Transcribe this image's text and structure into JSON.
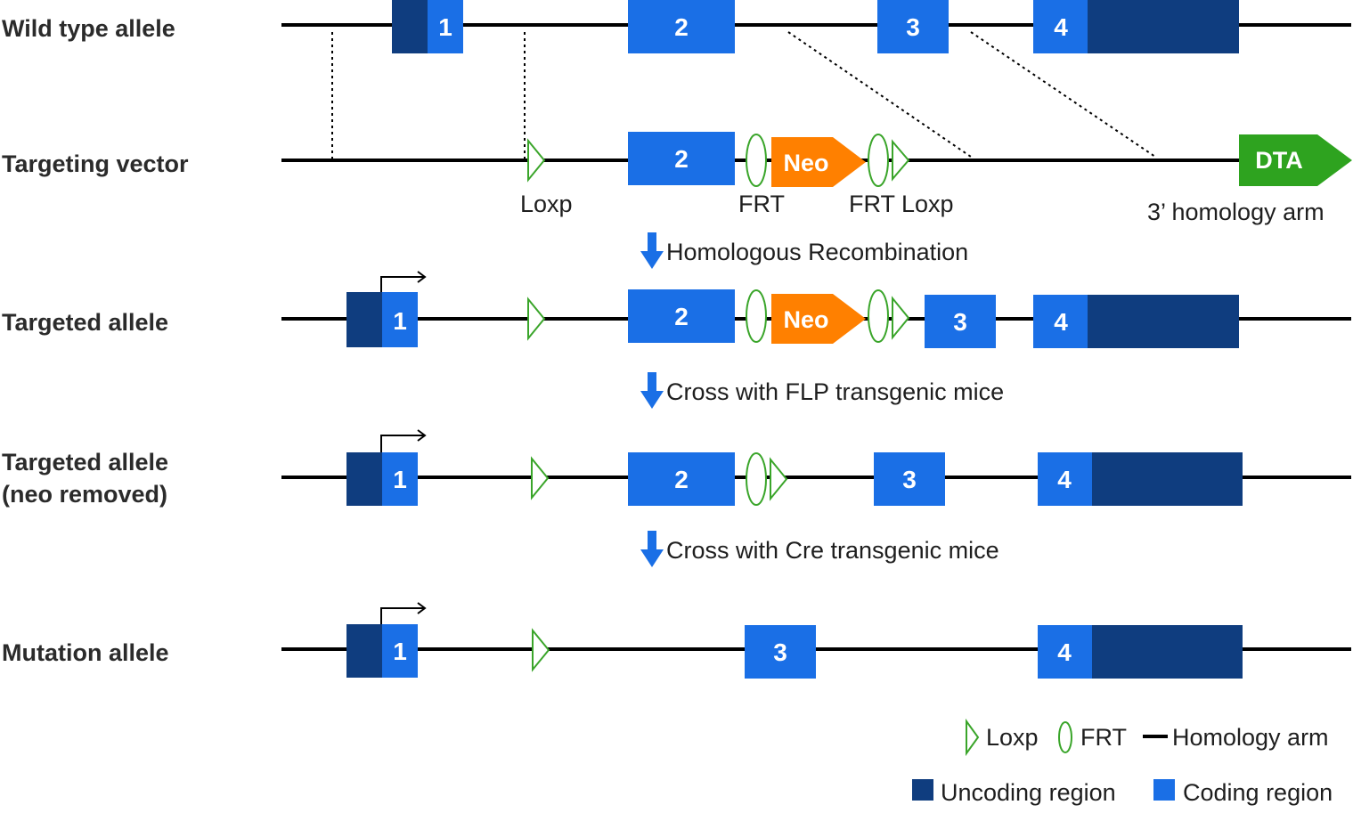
{
  "colors": {
    "uncoding": "#0f3d7f",
    "coding": "#1a6fe6",
    "neo": "#ff8000",
    "dta": "#2ea31f",
    "loxp": "#3aa52a",
    "frt": "#3aa52a",
    "line": "#000000",
    "arrow": "#1a6fe6"
  },
  "rows": {
    "wild_type": "Wild type allele",
    "targeting_vector": "Targeting vector",
    "targeted_allele": "Targeted allele",
    "targeted_neo_removed_line1": "Targeted allele",
    "targeted_neo_removed_line2": "(neo removed)",
    "mutation_allele": "Mutation allele"
  },
  "exons": {
    "e1": "1",
    "e2": "2",
    "e3": "3",
    "e4": "4"
  },
  "cassettes": {
    "neo": "Neo",
    "dta": "DTA"
  },
  "annotations": {
    "loxp": "Loxp",
    "frt": "FRT",
    "frt_loxp": "FRT Loxp",
    "homology_arm_3": "3’ homology arm"
  },
  "steps": {
    "step1": "Homologous Recombination",
    "step2": "Cross with FLP transgenic mice",
    "step3": "Cross with Cre transgenic mice"
  },
  "legend": {
    "loxp": "Loxp",
    "frt": "FRT",
    "homology_arm": "Homology arm",
    "uncoding": "Uncoding region",
    "coding": "Coding region"
  },
  "icons": [
    "loxp-triangle-icon",
    "frt-ellipse-icon",
    "down-arrow-icon",
    "transcription-start-arrow-icon"
  ]
}
